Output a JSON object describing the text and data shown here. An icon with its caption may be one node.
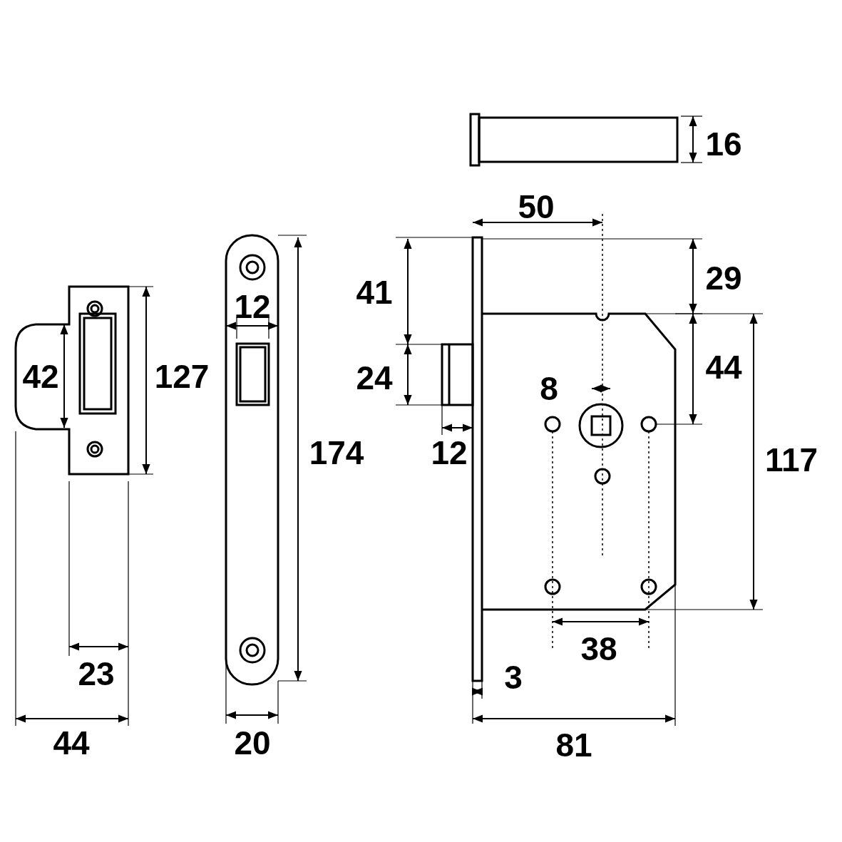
{
  "diagram": {
    "labels": [
      "16",
      "50",
      "29",
      "41",
      "12",
      "42",
      "127",
      "44",
      "24",
      "8",
      "174",
      "12",
      "117",
      "38",
      "23",
      "3",
      "44",
      "20",
      "81"
    ]
  }
}
